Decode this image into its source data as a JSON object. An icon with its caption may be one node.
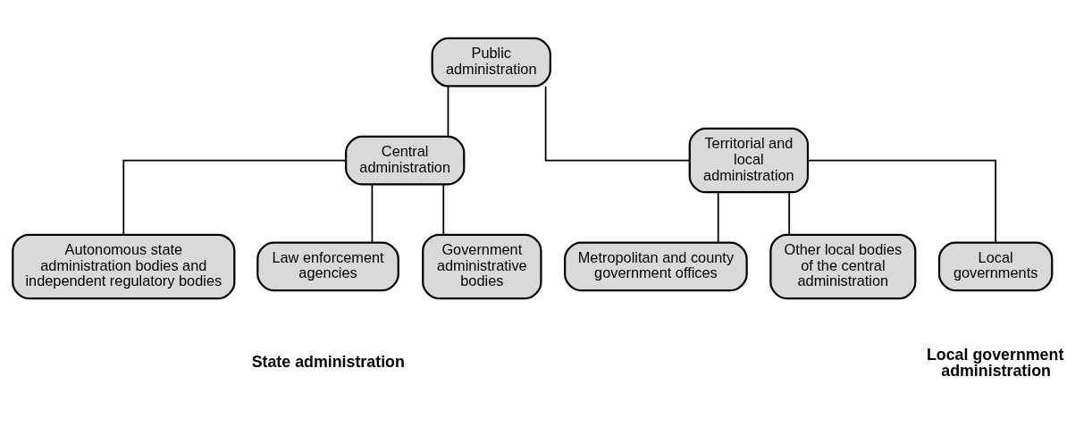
{
  "diagram": {
    "nodes": [
      {
        "text": [
          "Public administration"
        ]
      },
      {
        "text": [
          "Central administration"
        ]
      },
      {
        "text": [
          "Territorial and local administration"
        ]
      },
      {
        "text": [
          "Autonomous state administration bodies and independent regulatory bodies"
        ]
      },
      {
        "text": [
          "Law enforcement agencies"
        ]
      },
      {
        "text": [
          "Government administrative bodies"
        ]
      },
      {
        "text": [
          "Metropolitan and county government offices"
        ]
      },
      {
        "text": [
          "Other local bodies of the central administration"
        ]
      },
      {
        "text": [
          "Local governments"
        ]
      }
    ],
    "edges": [
      {
        "from": 0,
        "to": 1,
        "arrow": "none"
      },
      {
        "from": 0,
        "to": 2,
        "arrow": "none"
      },
      {
        "from": 1,
        "to": 3,
        "arrow": "none"
      },
      {
        "from": 1,
        "to": 4,
        "arrow": "none"
      },
      {
        "from": 1,
        "to": 5,
        "arrow": "none"
      },
      {
        "from": 2,
        "to": 6,
        "arrow": "none"
      },
      {
        "from": 2,
        "to": 7,
        "arrow": "none"
      },
      {
        "from": 2,
        "to": 8,
        "arrow": "none"
      }
    ],
    "labels": [
      "State administration",
      "Local government administration"
    ]
  }
}
